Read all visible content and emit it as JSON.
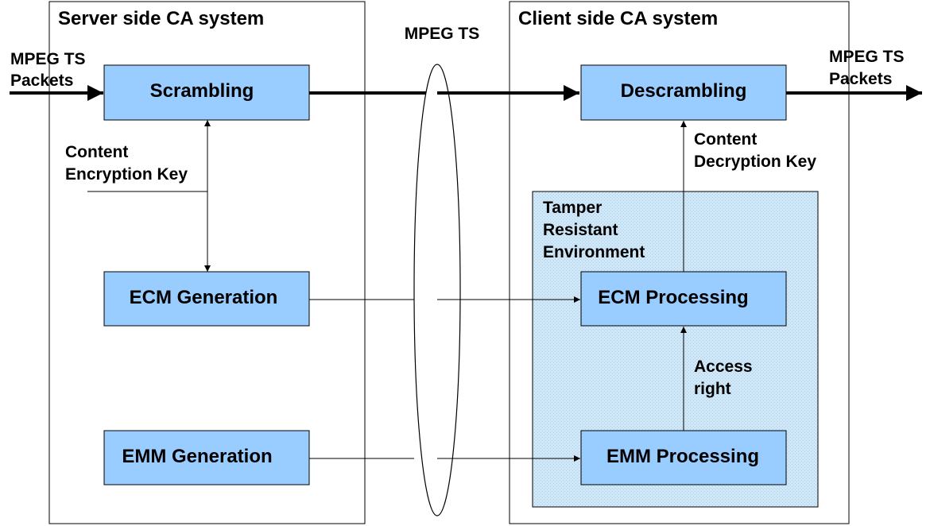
{
  "server_system": {
    "title": "Server side CA system",
    "blocks": {
      "scrambling": "Scrambling",
      "ecm_generation": "ECM Generation",
      "emm_generation": "EMM Generation"
    },
    "content_key_label": [
      "Content",
      "Encryption Key"
    ]
  },
  "client_system": {
    "title": "Client side CA system",
    "blocks": {
      "descrambling": "Descrambling",
      "ecm_processing": "ECM Processing",
      "emm_processing": "EMM Processing"
    },
    "content_key_label": [
      "Content",
      "Decryption Key"
    ],
    "tamper_label": [
      "Tamper",
      "Resistant",
      "Environment"
    ],
    "access_right_label": [
      "Access",
      "right"
    ]
  },
  "transport": {
    "label": "MPEG TS"
  },
  "io": {
    "input_label": [
      "MPEG TS",
      "Packets"
    ],
    "output_label": [
      "MPEG TS",
      "Packets"
    ]
  },
  "colors": {
    "block_fill": "#99ccff",
    "tamper_fill": "#cce6f5",
    "stroke": "#000000"
  }
}
